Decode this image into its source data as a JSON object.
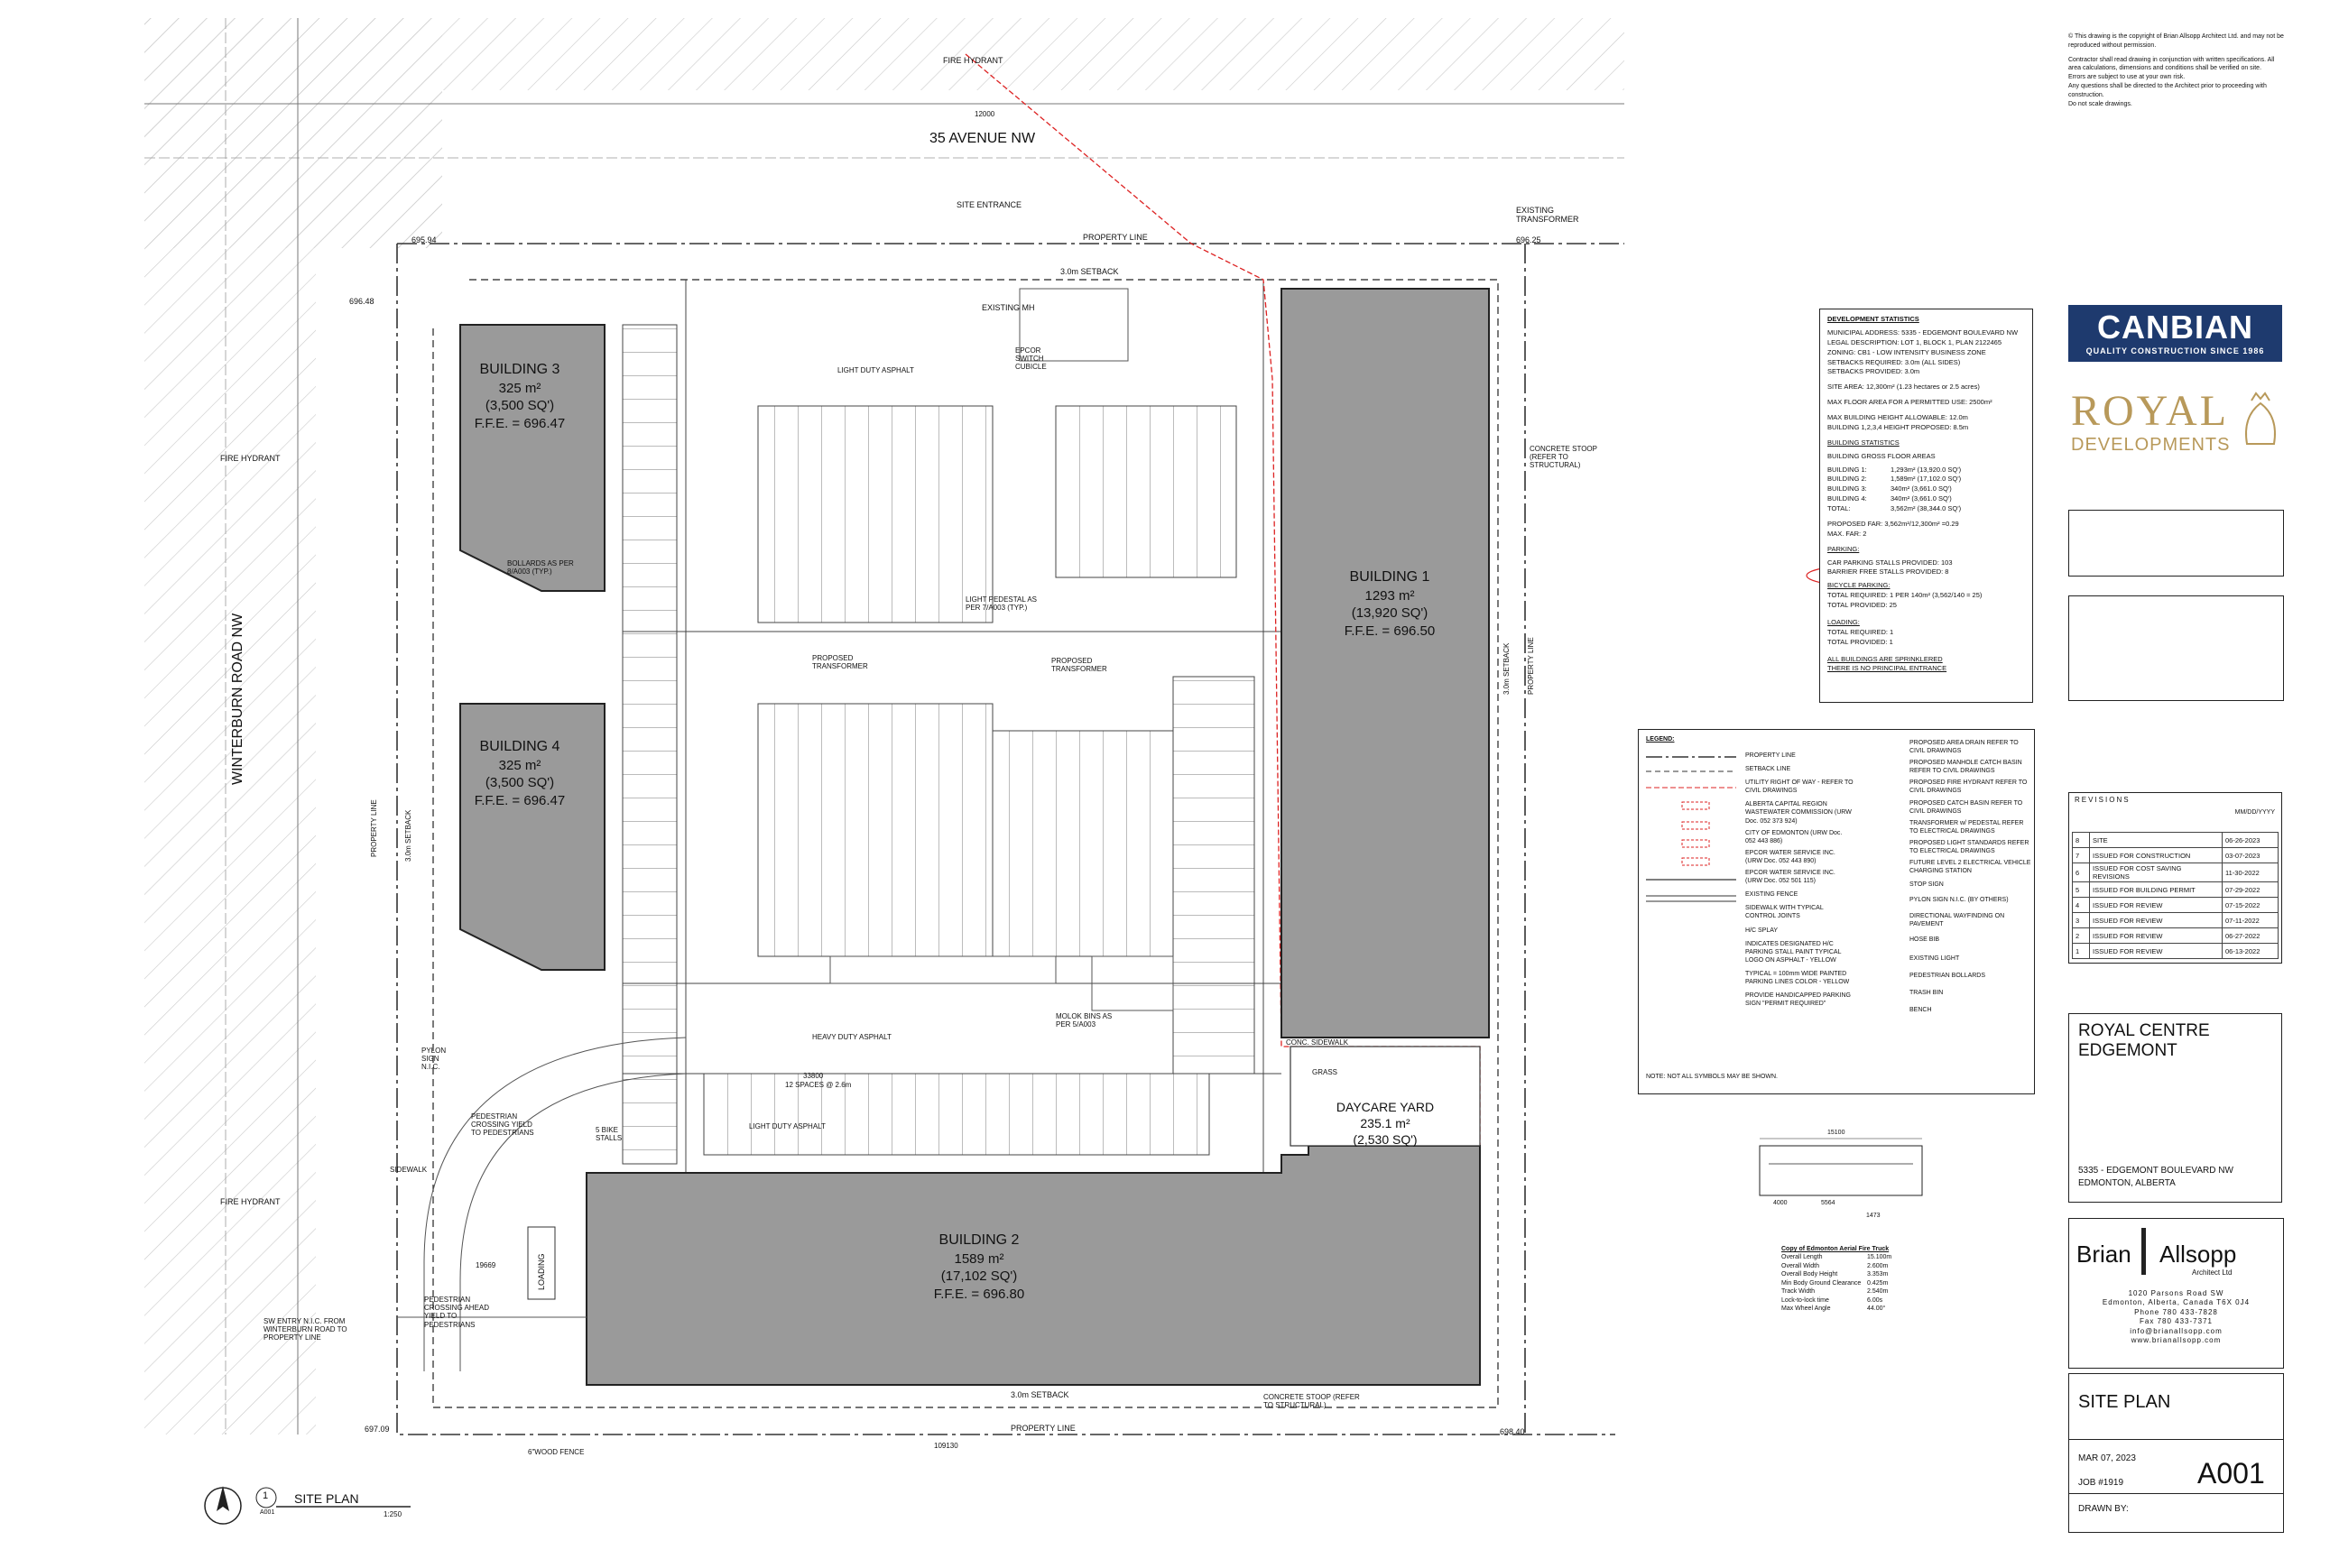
{
  "copyright_notes": [
    "© This drawing is the copyright of Brian Allsopp Architect Ltd. and may not be reproduced without permission.",
    "Contractor shall read drawing in conjunction with written specifications. All area calculations, dimensions and conditions shall be verified on site.",
    "Errors are subject to use at your own risk.",
    "Any questions shall be directed to the Architect prior to proceeding with construction.",
    "Do not scale drawings."
  ],
  "streets": {
    "north": "35 AVENUE NW",
    "west": "WINTERBURN ROAD NW"
  },
  "buildings": [
    {
      "name": "BUILDING 1",
      "area": "1293 m²",
      "sqft": "(13,920 SQ')",
      "ffe": "F.F.E. = 696.50"
    },
    {
      "name": "BUILDING 2",
      "area": "1589 m²",
      "sqft": "(17,102 SQ')",
      "ffe": "F.F.E. = 696.80"
    },
    {
      "name": "BUILDING 3",
      "area": "325 m²",
      "sqft": "(3,500 SQ')",
      "ffe": "F.F.E. = 696.47"
    },
    {
      "name": "BUILDING 4",
      "area": "325 m²",
      "sqft": "(3,500 SQ')",
      "ffe": "F.F.E. = 696.47"
    }
  ],
  "daycare": {
    "name": "DAYCARE YARD",
    "area": "235.1 m²",
    "sqft": "(2,530 SQ')"
  },
  "site_labels": {
    "fire_hydrant": "FIRE HYDRANT",
    "site_entrance": "SITE ENTRANCE",
    "property_line": "PROPERTY LINE",
    "setback_north": "3.0m SETBACK",
    "setback_south": "3.0m SETBACK",
    "setback_west": "3.0m SETBACK",
    "setback_east": "3.0m SETBACK",
    "existing_transformer": "EXISTING TRANSFORMER",
    "existing_mh": "EXISTING MH",
    "epcor_cubicle": "EPCOR SWITCH CUBICLE",
    "light_duty_asphalt": "LIGHT DUTY ASPHALT",
    "heavy_duty_asphalt": "HEAVY DUTY ASPHALT",
    "proposed_transformer": "PROPOSED TRANSFORMER",
    "concrete_stoop": "CONCRETE STOOP (REFER TO STRUCTURAL)",
    "conc_sidewalk": "CONC. SIDEWALK",
    "grass": "GRASS",
    "pylon_sign": "PYLON SIGN N.I.C.",
    "ped_crossing": "PEDESTRIAN CROSSING YIELD TO PEDESTRIANS",
    "ped_crossing_ahead": "PEDESTRIAN CROSSING AHEAD YIELD TO PEDESTRIANS",
    "sw_entry": "SW ENTRY N.I.C. FROM WINTERBURN ROAD TO PROPERTY LINE",
    "wood_fence": "6\"WOOD FENCE",
    "loading": "LOADING",
    "bike_stalls": "5 BIKE STALLS",
    "sidewalk": "SIDEWALK",
    "bollards": "BOLLARDS AS PER 8/A003 (TYP.)",
    "light_pedestal": "LIGHT PEDESTAL AS PER 7/A003 (TYP.)",
    "molok": "MOLOK BINS AS PER 5/A003",
    "spaces_12": "12 SPACES @ 2.6m",
    "elev_1": "695.94",
    "elev_2": "696.48",
    "elev_3": "696.25",
    "elev_4": "697.09",
    "elev_5": "698.40",
    "dim_109130": "109130",
    "dim_33800": "33800",
    "dim_19669": "19669",
    "dim_12000": "12000"
  },
  "plan_title": {
    "number": "1",
    "title": "SITE PLAN",
    "sheet": "A001",
    "scale": "1:250"
  },
  "dev_stats": {
    "heading": "DEVELOPMENT STATISTICS",
    "rows": [
      [
        "MUNICIPAL ADDRESS:",
        "5335 - EDGEMONT BOULEVARD NW"
      ],
      [
        "LEGAL DESCRIPTION:",
        "LOT 1, BLOCK 1, PLAN 2122465"
      ],
      [
        "ZONING:",
        "CB1 - LOW INTENSITY BUSINESS ZONE"
      ],
      [
        "SETBACKS REQUIRED:",
        "3.0m (ALL SIDES)"
      ],
      [
        "SETBACKS PROVIDED:",
        "3.0m"
      ],
      [
        "SITE AREA:",
        "12,300m² (1.23 hectares or 2.5 acres)"
      ],
      [
        "MAX FLOOR AREA FOR A PERMITTED USE:",
        "2500m²"
      ],
      [
        "MAX BUILDING HEIGHT ALLOWABLE:",
        "12.0m"
      ],
      [
        "BUILDING 1,2,3,4 HEIGHT PROPOSED:",
        "8.5m"
      ]
    ],
    "bldg_heading": "BUILDING STATISTICS",
    "gfa_heading": "BUILDING GROSS FLOOR AREAS",
    "gfa": [
      [
        "BUILDING 1:",
        "1,293m² (13,920.0 SQ')"
      ],
      [
        "BUILDING 2:",
        "1,589m² (17,102.0 SQ')"
      ],
      [
        "BUILDING 3:",
        "340m² (3,661.0 SQ')"
      ],
      [
        "BUILDING 4:",
        "340m² (3,661.0 SQ')"
      ],
      [
        "TOTAL:",
        "3,562m² (38,344.0 SQ')"
      ]
    ],
    "far": [
      "PROPOSED FAR:",
      "3,562m²/12,300m² =0.29"
    ],
    "max_far": [
      "MAX. FAR:",
      "2"
    ],
    "parking_heading": "PARKING:",
    "parking": [
      "CAR PARKING STALLS PROVIDED: 103",
      "BARRIER FREE STALLS PROVIDED: 8"
    ],
    "bicycle_heading": "BICYCLE PARKING:",
    "bicycle": [
      "TOTAL REQUIRED: 1 PER 140m² (3,562/140 = 25)",
      "TOTAL PROVIDED: 25"
    ],
    "loading_heading": "LOADING:",
    "loading": [
      "TOTAL REQUIRED: 1",
      "TOTAL PROVIDED: 1"
    ],
    "notes": [
      "ALL BUILDINGS ARE SPRINKLERED",
      "THERE IS NO PRINCIPAL ENTRANCE"
    ]
  },
  "legend": {
    "heading": "LEGEND:",
    "left": [
      "PROPERTY LINE",
      "SETBACK LINE",
      "UTILITY RIGHT OF WAY - REFER TO CIVIL DRAWINGS",
      "ALBERTA CAPITAL REGION WASTEWATER COMMISSION (URW Doc. 052 373 924)",
      "CITY OF EDMONTON (URW Doc. 052 443 886)",
      "EPCOR WATER SERVICE INC. (URW Doc. 052 443 890)",
      "EPCOR WATER SERVICE INC. (URW Doc. 052 501 115)",
      "EXISTING FENCE",
      "SIDEWALK WITH TYPICAL CONTROL JOINTS",
      "H/C SPLAY",
      "INDICATES DESIGNATED H/C PARKING STALL PAINT TYPICAL LOGO ON ASPHALT - YELLOW",
      "TYPICAL = 100mm WIDE PAINTED PARKING LINES COLOR - YELLOW",
      "PROVIDE HANDICAPPED PARKING SIGN \"PERMIT REQUIRED\"",
      "NOTE: NOT ALL SYMBOLS MAY BE SHOWN."
    ],
    "right": [
      "PROPOSED AREA DRAIN REFER TO CIVIL DRAWINGS",
      "PROPOSED MANHOLE CATCH BASIN REFER TO CIVIL DRAWINGS",
      "PROPOSED FIRE HYDRANT REFER TO CIVIL DRAWINGS",
      "PROPOSED CATCH BASIN REFER TO CIVIL DRAWINGS",
      "TRANSFORMER w/ PEDESTAL REFER TO ELECTRICAL DRAWINGS",
      "PROPOSED LIGHT STANDARDS REFER TO ELECTRICAL DRAWINGS",
      "FUTURE LEVEL 2 ELECTRICAL VEHICLE CHARGING STATION",
      "STOP SIGN",
      "PYLON SIGN N.I.C. (BY OTHERS)",
      "DIRECTIONAL WAYFINDING ON PAVEMENT",
      "HOSE BIB",
      "EXISTING LIGHT",
      "PEDESTRIAN BOLLARDS",
      "TRASH BIN",
      "BENCH"
    ]
  },
  "fire_truck": {
    "heading": "Copy of Edmonton Aerial Fire Truck",
    "rows": [
      [
        "Overall Length",
        "15.100m"
      ],
      [
        "Overall Width",
        "2.600m"
      ],
      [
        "Overall Body Height",
        "3.353m"
      ],
      [
        "Min Body Ground Clearance",
        "0.425m"
      ],
      [
        "Track Width",
        "2.540m"
      ],
      [
        "Lock-to-lock time",
        "6.00s"
      ],
      [
        "Max Wheel Angle",
        "44.00°"
      ]
    ],
    "dims": [
      "15100",
      "4000",
      "5564",
      "1473"
    ]
  },
  "title_block": {
    "canbian": "CANBIAN",
    "canbian_tag": "QUALITY CONSTRUCTION SINCE 1986",
    "royal": "ROYAL",
    "royal_sub": "DEVELOPMENTS",
    "revisions_heading": "REVISIONS",
    "rev_date_heading": "MM/DD/YYYY",
    "revisions": [
      [
        "8",
        "SITE",
        "06-26-2023"
      ],
      [
        "7",
        "ISSUED FOR CONSTRUCTION",
        "03-07-2023"
      ],
      [
        "6",
        "ISSUED FOR COST SAVING REVISIONS",
        "11-30-2022"
      ],
      [
        "5",
        "ISSUED FOR BUILDING PERMIT",
        "07-29-2022"
      ],
      [
        "4",
        "ISSUED FOR REVIEW",
        "07-15-2022"
      ],
      [
        "3",
        "ISSUED FOR REVIEW",
        "07-11-2022"
      ],
      [
        "2",
        "ISSUED FOR REVIEW",
        "06-27-2022"
      ],
      [
        "1",
        "ISSUED FOR REVIEW",
        "06-13-2022"
      ]
    ],
    "project_line1": "ROYAL CENTRE",
    "project_line2": "EDGEMONT",
    "address_line1": "5335 - EDGEMONT BOULEVARD NW",
    "address_line2": "EDMONTON, ALBERTA",
    "architect_first": "Brian",
    "architect_last": "Allsopp",
    "architect_sub": "Architect Ltd",
    "architect_addr": [
      "1020 Parsons Road SW",
      "Edmonton, Alberta, Canada T6X 0J4",
      "Phone 780 433-7828",
      "Fax 780 433-7371",
      "info@brianallsopp.com",
      "www.brianallsopp.com"
    ],
    "sheet_title": "SITE PLAN",
    "date": "MAR 07, 2023",
    "job": "JOB #1919",
    "sheet_no": "A001",
    "drawn_by": "DRAWN BY:"
  }
}
